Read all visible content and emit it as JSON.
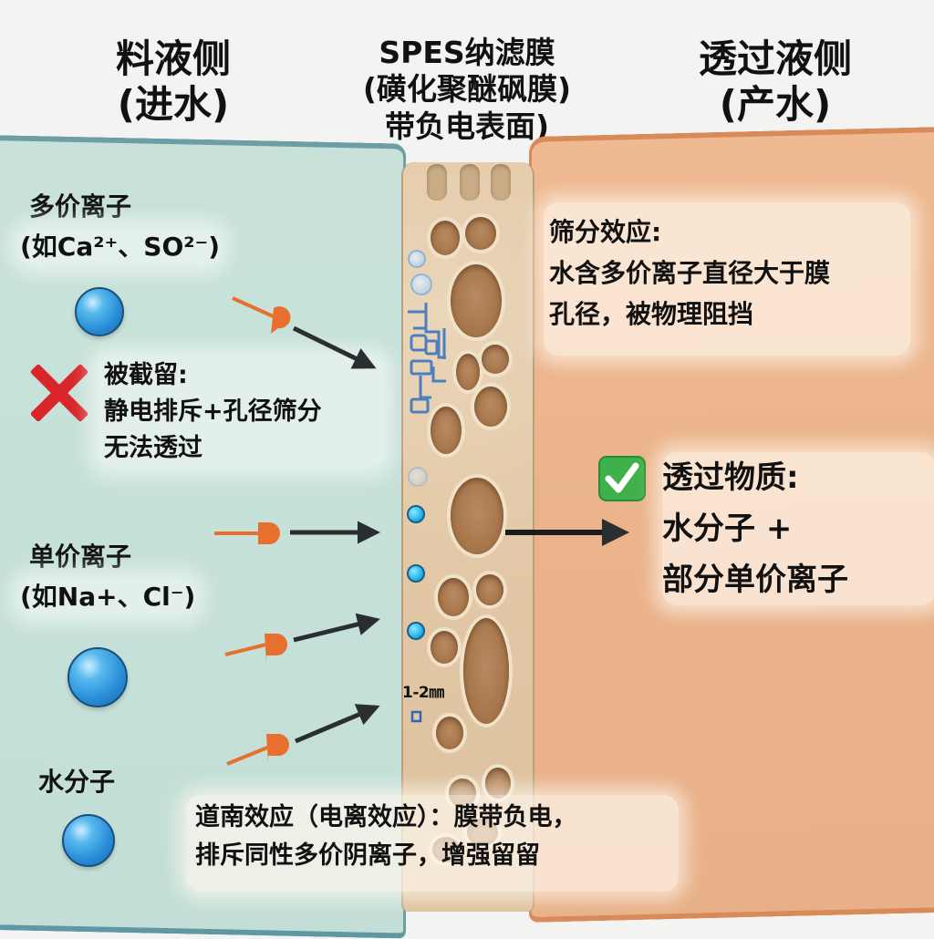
{
  "headers": {
    "feed_side": {
      "line1": "料液侧",
      "line2": "(进水)"
    },
    "membrane": {
      "line1": "SPES纳滤膜",
      "line2": "(磺化聚醚砜膜)",
      "line3": "带负电表面)"
    },
    "permeate_side": {
      "line1": "透过液侧",
      "line2": "(产水)"
    }
  },
  "feed_side": {
    "multivalent_ions": {
      "title": "多价离子",
      "example": "(如Ca²⁺、SO²⁻)"
    },
    "rejected": {
      "icon": "cross-mark-icon",
      "line1": "被截留:",
      "line2": "静电排斥+孔径筛分",
      "line3": "无法透过"
    },
    "monovalent_ions": {
      "title": "单价离子",
      "example": "(如Na+、Cl⁻)"
    },
    "water_molecules": {
      "title": "水分子"
    }
  },
  "membrane": {
    "pore_size_label": "1-2㎜"
  },
  "permeate_side": {
    "sieve_effect": {
      "line1": "筛分效应:",
      "line2": "水含多价离子直径大于膜",
      "line3": "孔径，被物理阻挡"
    },
    "passed": {
      "icon": "check-mark-icon",
      "line1": "透过物质:",
      "line2": "水分子 +",
      "line3": "部分单价离子"
    }
  },
  "donnan_effect": {
    "line1": "道南效应（电离效应）：膜带负电，",
    "line2": "排斥同性多价阴离子，增强留留"
  },
  "colors": {
    "feed_panel": "#c8e2d9",
    "feed_border": "#6c9ea3",
    "permeate_panel": "#efb991",
    "permeate_border": "#d98a59",
    "membrane": "#e2c8a6",
    "pore": "#a9784d",
    "ion_blue": "#2a8fd8",
    "arrow_tail": "#e8702e",
    "arrow_body": "#2b2e30",
    "reject_red": "#d8262a",
    "pass_green": "#3fb14a"
  }
}
